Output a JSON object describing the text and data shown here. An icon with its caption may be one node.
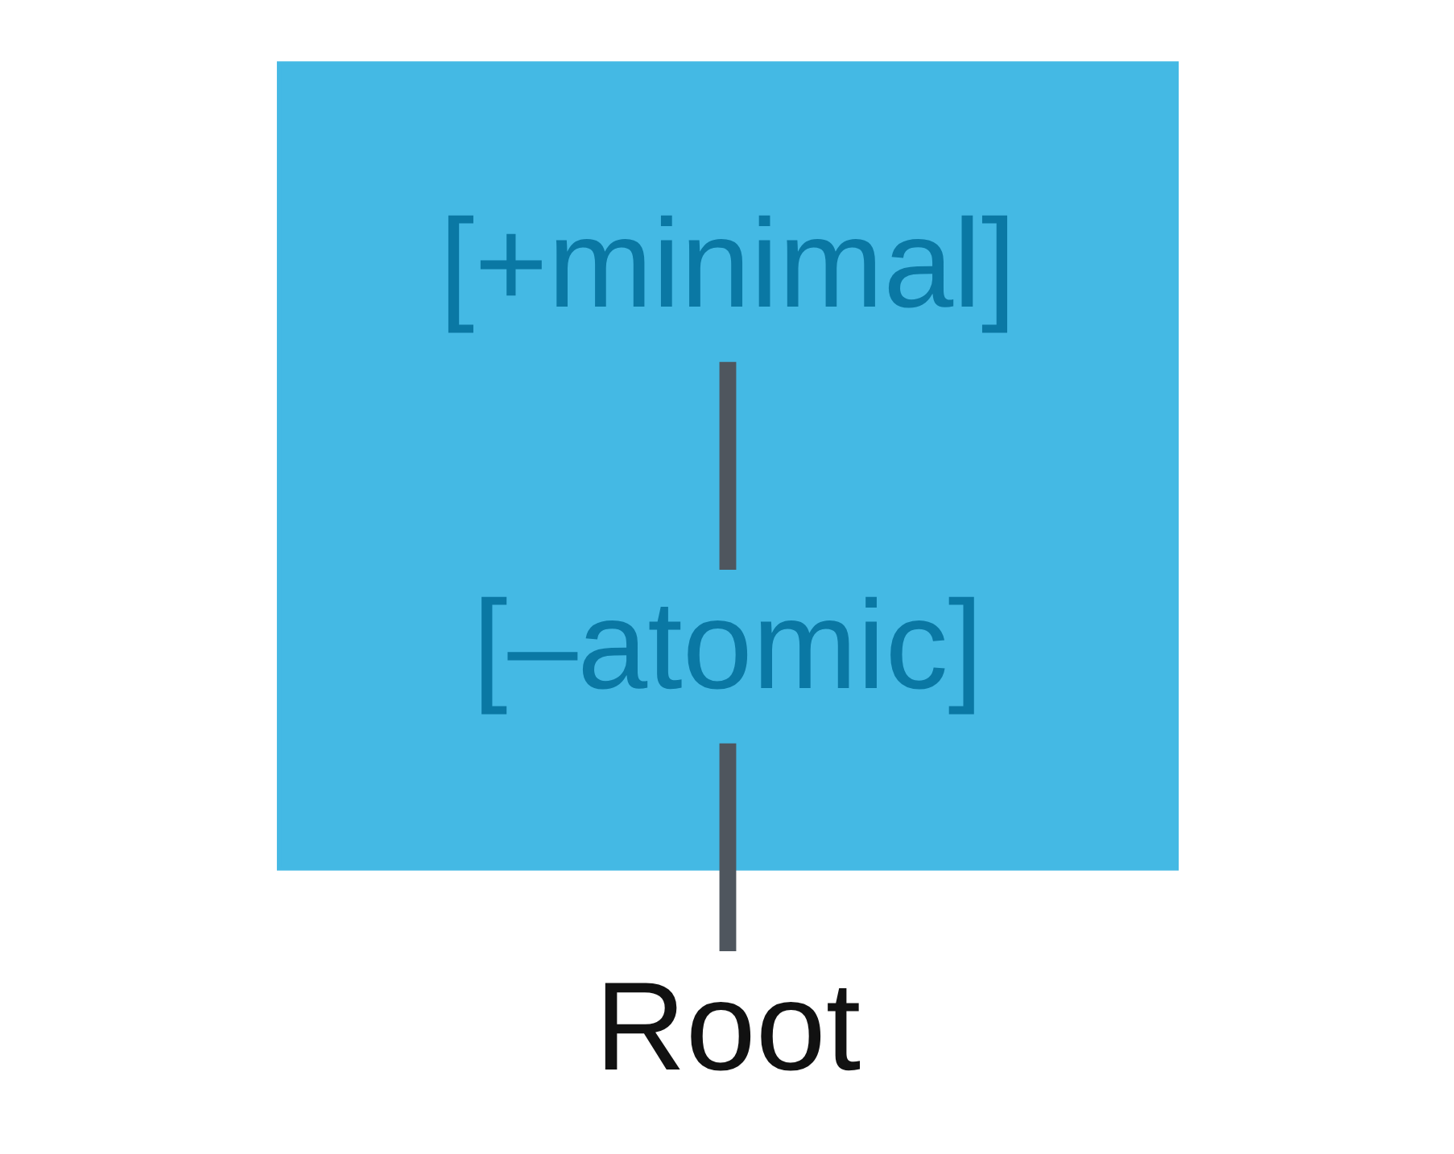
{
  "diagram": {
    "nodes": [
      {
        "text": [
          "Root"
        ]
      },
      {
        "text": [],
        "shape": "box"
      },
      {
        "text": [
          "[+minimal]"
        ],
        "in": 1
      },
      {
        "text": [
          "[–atomic]"
        ],
        "in": 1
      }
    ],
    "edges": [
      {
        "from": 0,
        "to": 3,
        "arrow": "none"
      },
      {
        "from": 3,
        "to": 2,
        "arrow": "none"
      }
    ]
  }
}
